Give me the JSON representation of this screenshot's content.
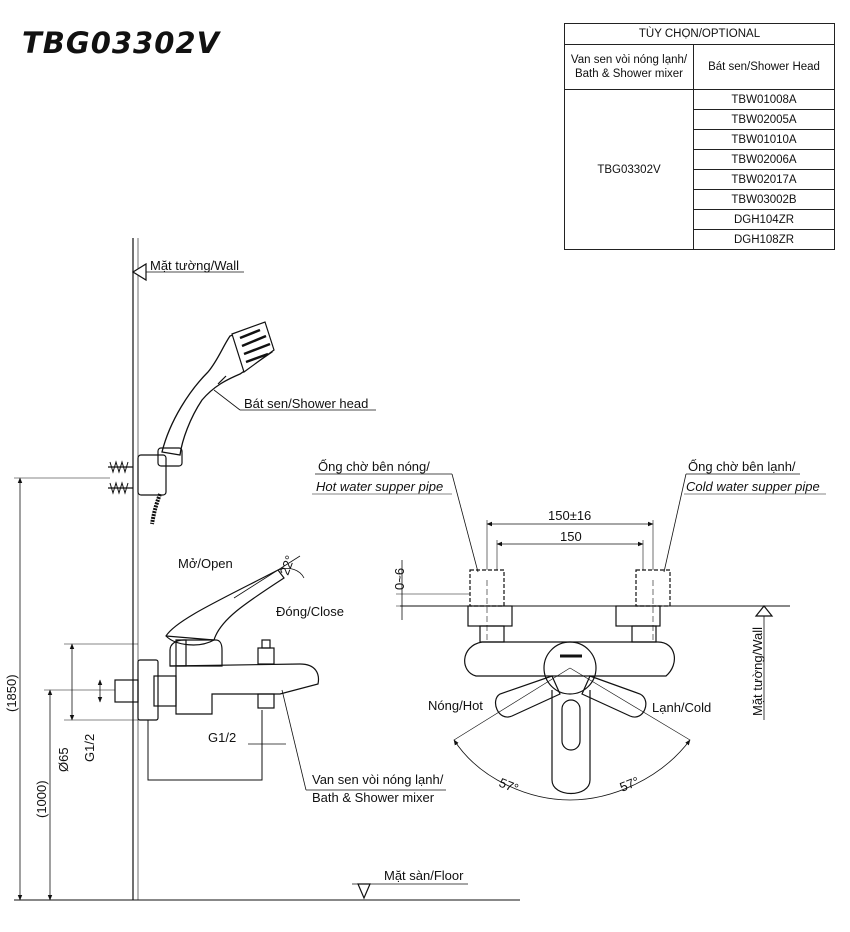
{
  "title": "TBG03302V",
  "table": {
    "header": "TÙY CHỌN/OPTIONAL",
    "col1_header": "Van sen vòi nóng lạnh/ Bath & Shower mixer",
    "col2_header": "Bát sen/Shower Head",
    "mixer_model": "TBG03302V",
    "shower_heads": [
      "TBW01008A",
      "TBW02005A",
      "TBW01010A",
      "TBW02006A",
      "TBW02017A",
      "TBW03002B",
      "DGH104ZR",
      "DGH108ZR"
    ]
  },
  "labels": {
    "wall": "Mặt tường/Wall",
    "shower_head": "Bát sen/Shower head",
    "open": "Mở/Open",
    "close": "Đóng/Close",
    "angle_open": "22°",
    "g_half_bottom": "G1/2",
    "g_half_left": "G1/2",
    "phi65": "Ø65",
    "h1850": "(1850)",
    "h1000": "(1000)",
    "mixer_vi": "Van sen vòi nóng lạnh/",
    "mixer_en": "Bath & Shower mixer",
    "floor": "Mặt sàn/Floor",
    "hot_pipe_vi": "Ống chờ bên nóng/",
    "hot_pipe_en": "Hot water supper pipe",
    "cold_pipe_vi": "Ống chờ bên lạnh/",
    "cold_pipe_en": "Cold water supper pipe",
    "dim_150_16": "150±16",
    "dim_150": "150",
    "dim_0_6": "0~6",
    "hot": "Nóng/Hot",
    "cold": "Lạnh/Cold",
    "angle_left": "57°",
    "angle_right": "57°",
    "wall_right": "Mặt tường/Wall"
  }
}
